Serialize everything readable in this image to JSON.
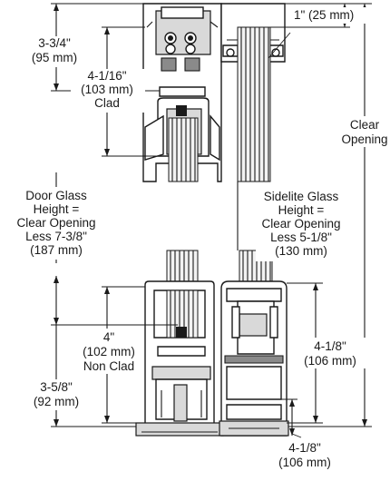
{
  "labels": {
    "door_top_head": [
      "3-3/4\"",
      "(95 mm)"
    ],
    "door_top_clad": [
      "4-1/16\"",
      "(103 mm)",
      "Clad"
    ],
    "sidelite_top_head": "1\" (25 mm)",
    "clear_opening": [
      "Clear",
      "Opening"
    ],
    "door_glass": [
      "Door Glass",
      "Height =",
      "Clear Opening",
      "Less 7-3/8\"",
      "(187 mm)"
    ],
    "sidelite_glass": [
      "Sidelite Glass",
      "Height =",
      "Clear Opening",
      "Less 5-1/8\"",
      "(130 mm)"
    ],
    "door_bottom_nonclad": [
      "4\"",
      "(102 mm)",
      "Non Clad"
    ],
    "door_bottom_sill": [
      "3-5/8\"",
      "(92 mm)"
    ],
    "sidelite_bottom_rail": [
      "4-1/8\"",
      "(106 mm)"
    ],
    "sidelite_bottom_sill": [
      "4-1/8\"",
      "(106 mm)"
    ]
  }
}
